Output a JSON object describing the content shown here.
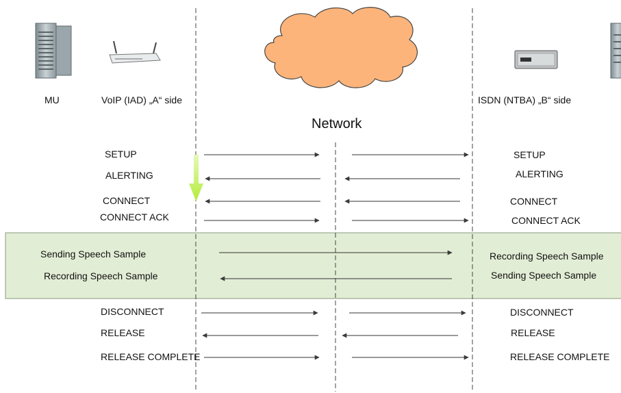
{
  "devices": {
    "mu_label": "MU",
    "voip_label": "VoIP (IAD) „A“ side",
    "isdn_label": "ISDN (NTBA) „B“ side"
  },
  "network_label": "Network",
  "colors": {
    "cloud_fill": "#fdb47a",
    "cloud_stroke": "#444444",
    "band_fill": "#e2edd5",
    "marker": "#b8f04a",
    "line": "#333333"
  },
  "icons": [
    "server-icon",
    "router-icon",
    "ntba-icon",
    "server-icon"
  ],
  "messages": {
    "left": {
      "setup": "SETUP",
      "alerting": "ALERTING",
      "connect": "CONNECT",
      "connect_ack": "CONNECT ACK",
      "sending_sample": "Sending Speech Sample",
      "recording_sample": "Recording Speech Sample",
      "disconnect": "DISCONNECT",
      "release": "RELEASE",
      "release_complete": "RELEASE COMPLETE"
    },
    "right": {
      "setup": "SETUP",
      "alerting": "ALERTING",
      "connect": "CONNECT",
      "connect_ack": "CONNECT ACK",
      "recording_sample": "Recording Speech Sample",
      "sending_sample": "Sending Speech Sample",
      "disconnect": "DISCONNECT",
      "release": "RELEASE",
      "release_complete": "RELEASE COMPLETE"
    }
  }
}
